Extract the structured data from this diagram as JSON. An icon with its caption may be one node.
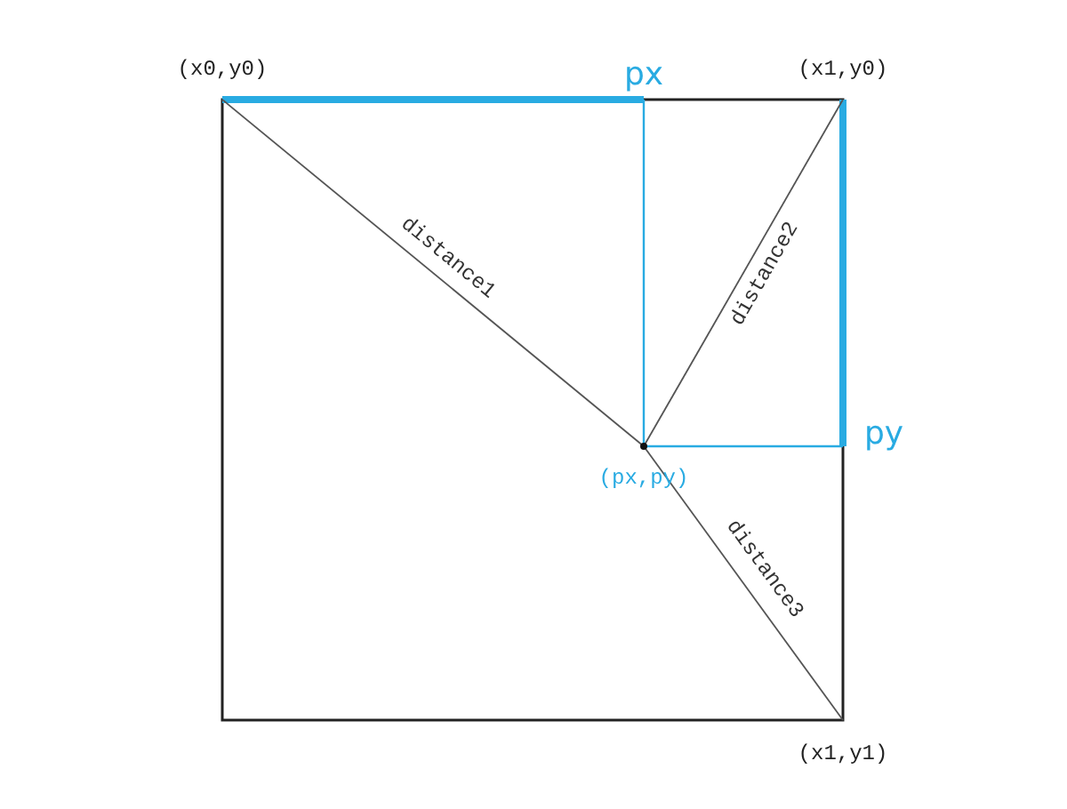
{
  "diagram": {
    "nodes": [
      {
        "text": [
          "(x0,y0)"
        ]
      },
      {
        "text": [
          "(x1,y0)"
        ]
      },
      {
        "text": [
          "(px,py)"
        ]
      },
      {
        "text": [
          "(x1,y1)"
        ]
      }
    ],
    "edges": [
      {
        "from": 0,
        "to": 2,
        "arrow": "none",
        "label": "distance1"
      },
      {
        "from": 1,
        "to": 2,
        "arrow": "none",
        "label": "distance2"
      },
      {
        "from": 2,
        "to": 3,
        "arrow": "none",
        "label": "distance3"
      }
    ],
    "labels": [
      "px",
      "py"
    ]
  }
}
